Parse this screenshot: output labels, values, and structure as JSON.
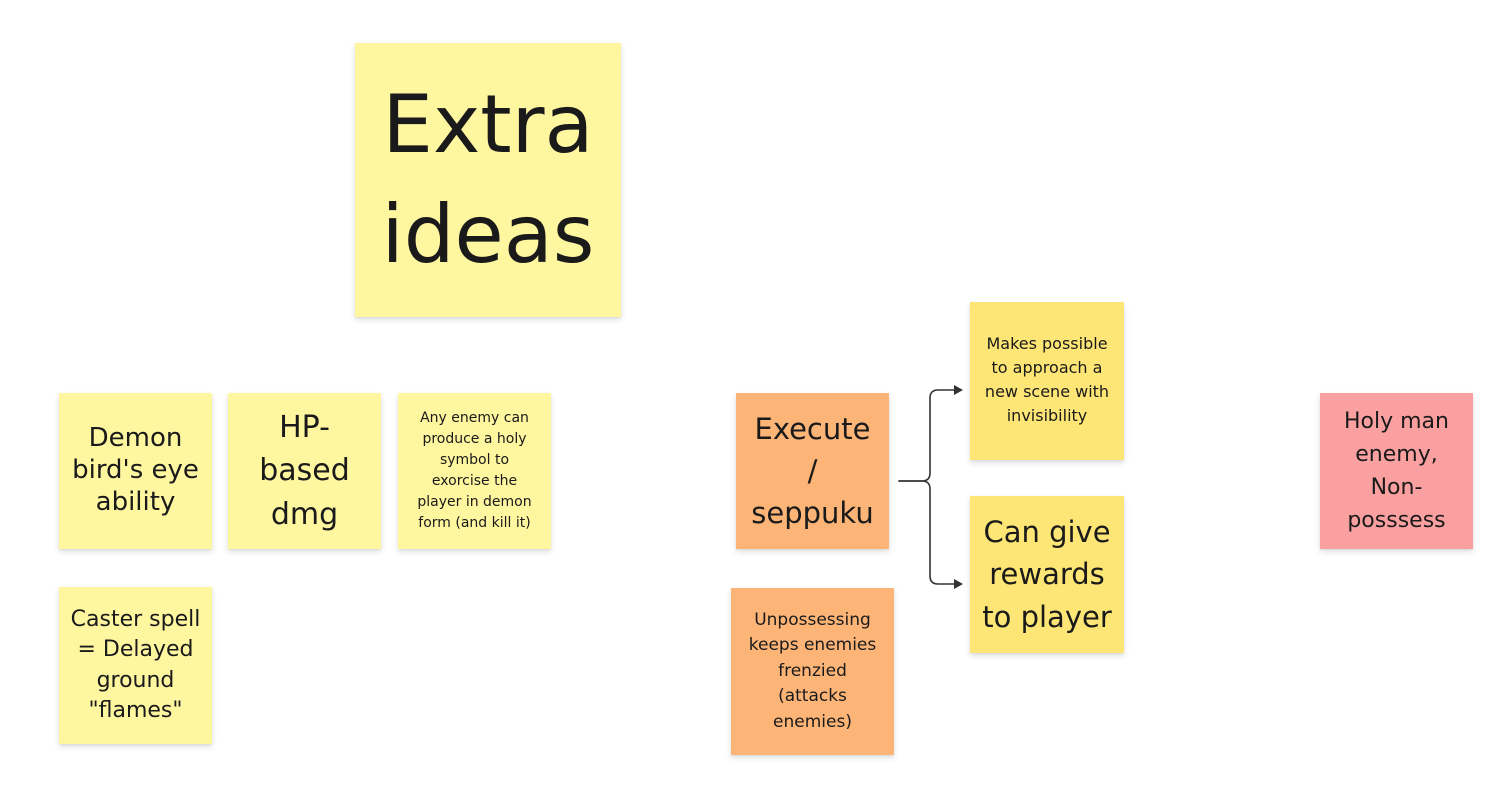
{
  "board": {
    "notes": {
      "extra_ideas": "Extra\nideas",
      "demon_birds_eye": "Demon\nbird's eye\nability",
      "hp_based_dmg": "HP-\nbased\ndmg",
      "holy_symbol": "Any enemy can\nproduce a holy\nsymbol to\nexorcise the\nplayer in demon\nform (and kill it)",
      "caster_spell": "Caster spell\n= Delayed\nground\n\"flames\"",
      "execute_seppuku": "Execute\n/\nseppuku",
      "unpossessing": "Unpossessing\nkeeps enemies\nfrenzied\n(attacks\nenemies)",
      "invisibility": "Makes possible\nto approach a\nnew scene with\ninvisibility",
      "rewards": "Can give\nrewards\nto player",
      "holy_man": "Holy man\nenemy,\nNon-\nposssess"
    },
    "colors": {
      "sticky_yellow_light": "#fff6a0",
      "sticky_yellow_deep": "#fde675",
      "sticky_orange": "#fdb477",
      "sticky_pink": "#fba0a0",
      "connector": "#333333"
    }
  }
}
